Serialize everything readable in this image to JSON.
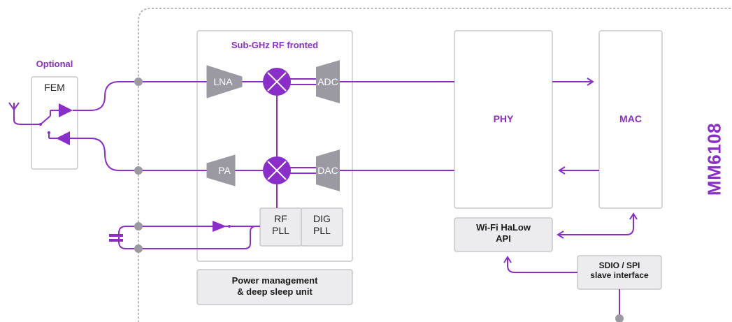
{
  "chip_name": "MM6108",
  "optional_label": "Optional",
  "fem_label": "FEM",
  "rf_frontend_title": "Sub-GHz RF fronted",
  "blocks": {
    "lna": "LNA",
    "pa": "PA",
    "adc": "ADC",
    "dac": "DAC",
    "rf_pll": [
      "RF",
      "PLL"
    ],
    "dig_pll": [
      "DIG",
      "PLL"
    ],
    "phy": "PHY",
    "mac": "MAC",
    "wifi_api": [
      "Wi-Fi HaLow",
      "API"
    ],
    "sdio_spi": [
      "SDIO / SPI",
      "slave interface"
    ],
    "power": [
      "Power management",
      "& deep sleep unit"
    ]
  },
  "colors": {
    "accent_purple": "#8a2ec9",
    "block_gray": "#9b9aa3",
    "box_border": "#c8c8cc",
    "box_fill_light": "#ececee",
    "dot_gray": "#9b9aa3"
  }
}
